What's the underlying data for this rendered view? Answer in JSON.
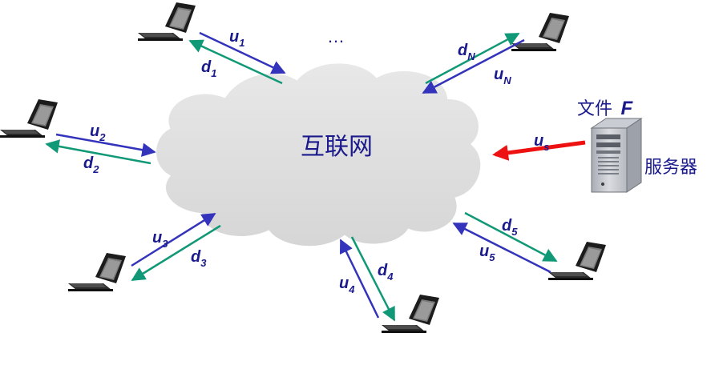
{
  "network": {
    "cloud_label": "互联网",
    "ellipsis": "…"
  },
  "server": {
    "file_label": "文件",
    "file_var": "F",
    "server_label": "服务器",
    "upload_label": "u",
    "upload_sub": "s"
  },
  "peers": [
    {
      "up": "u",
      "up_sub": "1",
      "down": "d",
      "down_sub": "1"
    },
    {
      "up": "u",
      "up_sub": "2",
      "down": "d",
      "down_sub": "2"
    },
    {
      "up": "u",
      "up_sub": "3",
      "down": "d",
      "down_sub": "3"
    },
    {
      "up": "u",
      "up_sub": "4",
      "down": "d",
      "down_sub": "4"
    },
    {
      "up": "u",
      "up_sub": "5",
      "down": "d",
      "down_sub": "5"
    },
    {
      "up": "u",
      "up_sub": "N",
      "down": "d",
      "down_sub": "N"
    }
  ],
  "colors": {
    "upload_arrow": "#3333bb",
    "download_arrow": "#119977",
    "server_arrow": "#ee1111",
    "label_text": "#1a1a8c",
    "cloud_fill": "#dedede"
  },
  "icons": {
    "laptop": "laptop-icon",
    "server": "server-tower-icon",
    "cloud": "internet-cloud-icon"
  }
}
